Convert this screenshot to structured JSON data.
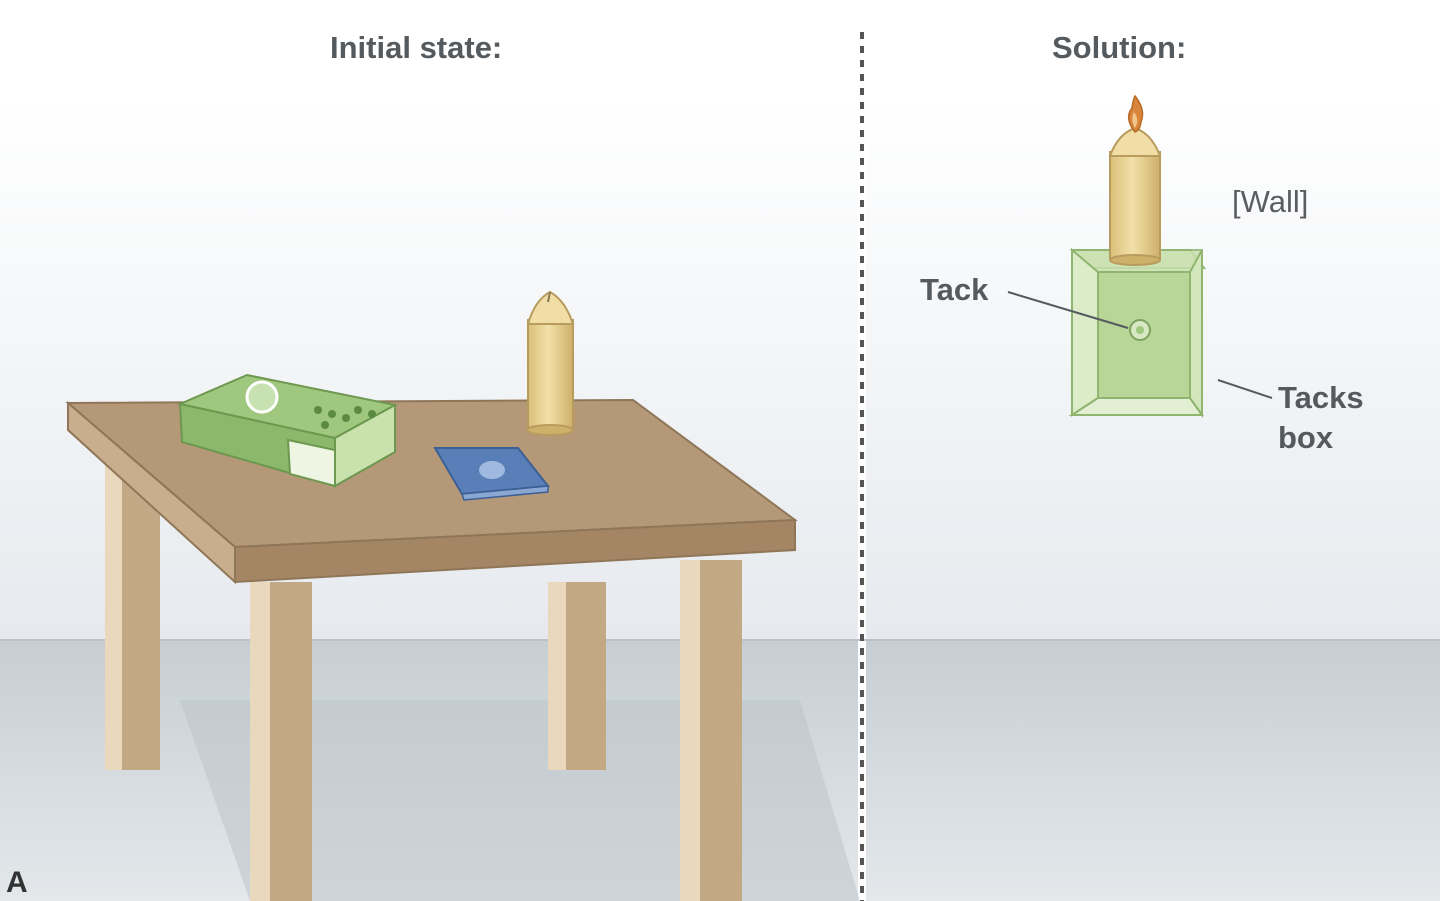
{
  "panels": {
    "initial": {
      "title": "Initial state:"
    },
    "solution": {
      "title": "Solution:"
    }
  },
  "labels": {
    "wall": "[Wall]",
    "tack": "Tack",
    "tacks_box_line1": "Tacks",
    "tacks_box_line2": "box",
    "panel_letter": "A"
  },
  "colors": {
    "wall": "#eceff2",
    "floor": "#cdd4d9",
    "table_wood": "#b49878",
    "candle": "#e6cf8f",
    "flame": "#d9863c",
    "matchbox_green": "#9fc77e",
    "tack_box_green": "#c9e0ae",
    "matchbook_blue": "#5a7fb8",
    "divider": "#555555",
    "text": "#555a5e"
  }
}
